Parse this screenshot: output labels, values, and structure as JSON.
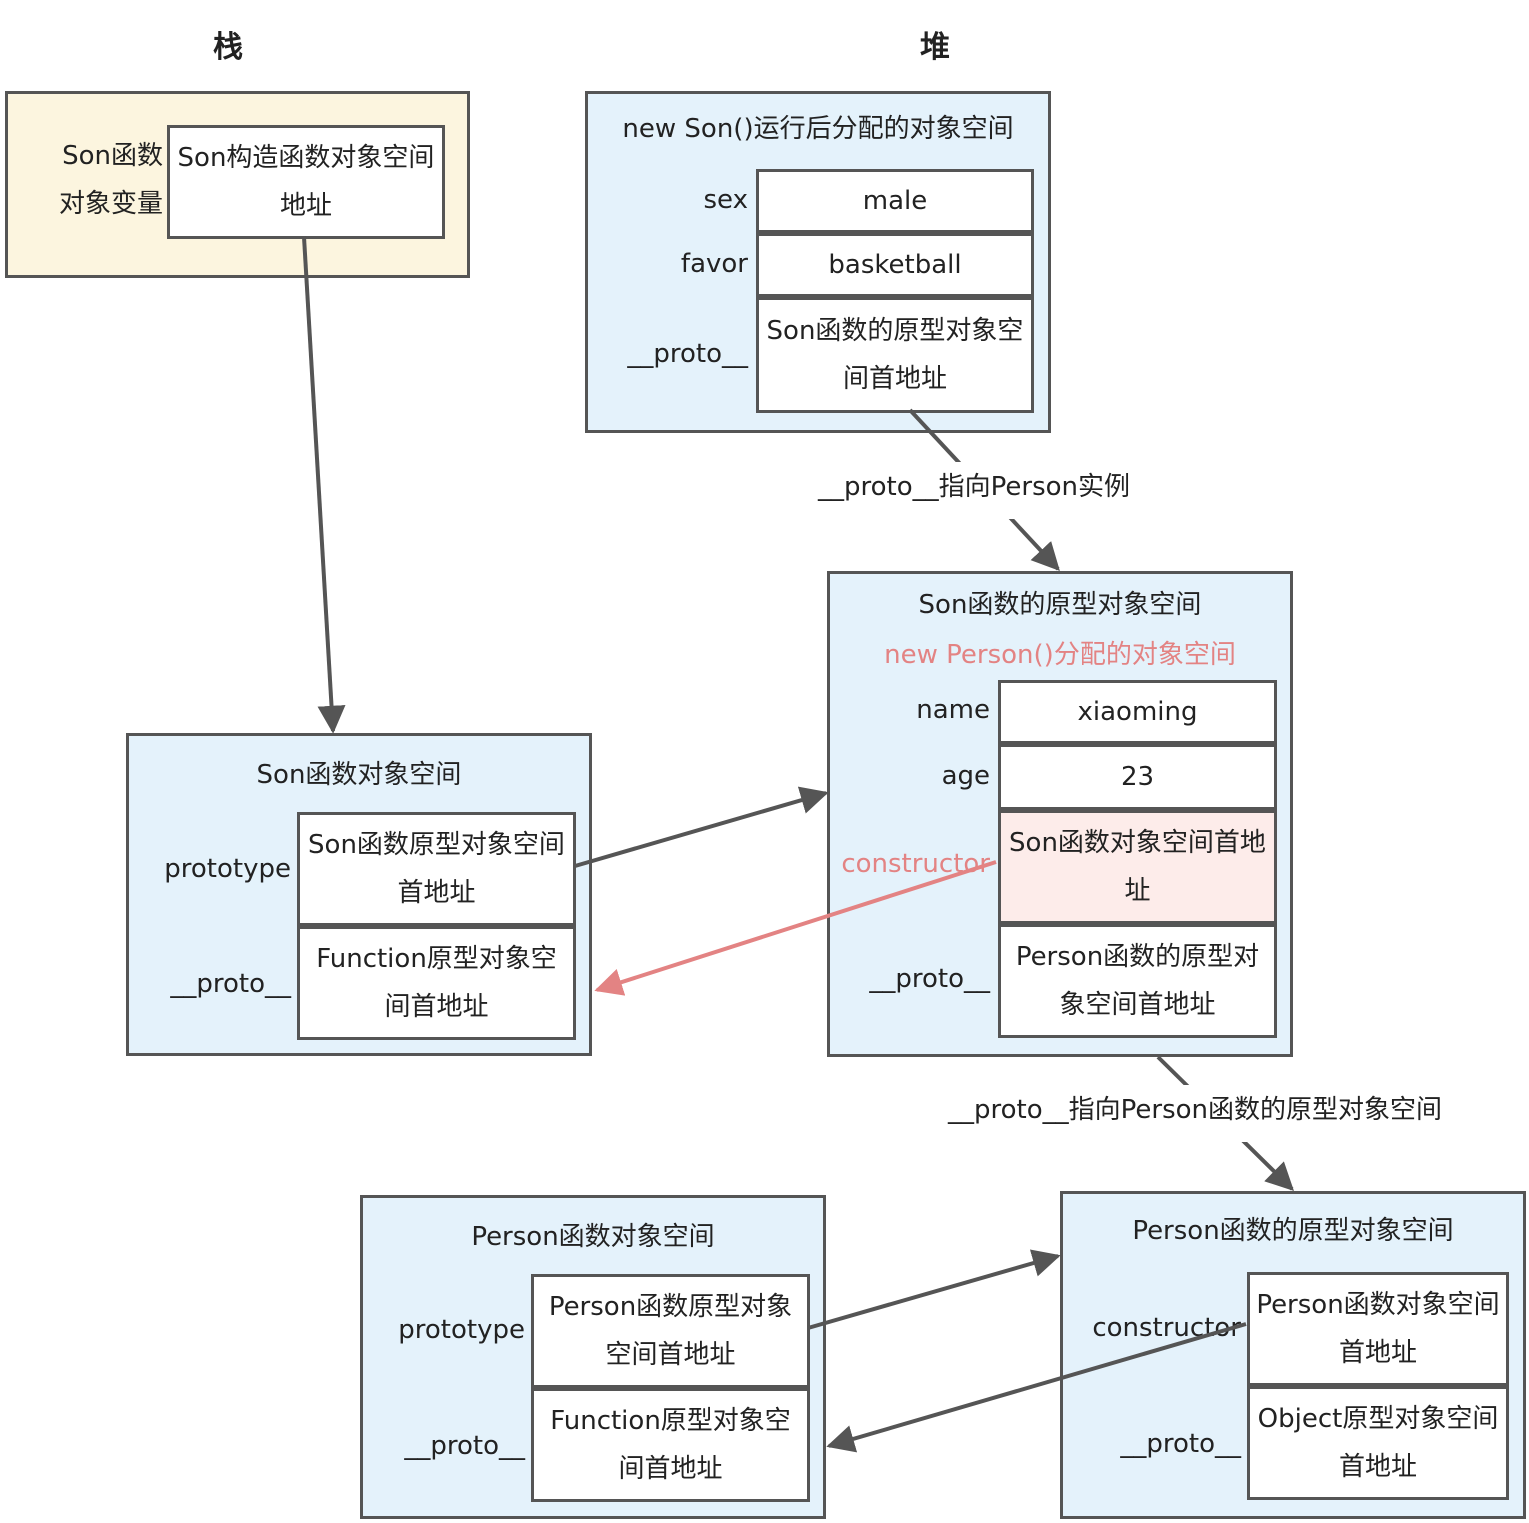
{
  "headings": {
    "stack": "栈",
    "heap": "堆"
  },
  "stack_panel": {
    "label": "Son函数对象变量",
    "cell": "Son构造函数对象空间地址"
  },
  "son_instance": {
    "title": "new Son()运行后分配的对象空间",
    "rows": [
      {
        "label": "sex",
        "value": "male"
      },
      {
        "label": "favor",
        "value": "basketball"
      },
      {
        "label": "__proto__",
        "value": "Son函数的原型对象空间首地址"
      }
    ]
  },
  "note_son_proto": "__proto__指向Person实例",
  "son_prototype_obj": {
    "title": "Son函数的原型对象空间",
    "subtitle": "new Person()分配的对象空间",
    "rows": [
      {
        "label": "name",
        "value": "xiaoming"
      },
      {
        "label": "age",
        "value": "23"
      },
      {
        "label": "constructor",
        "value": "Son函数对象空间首地址"
      },
      {
        "label": "__proto__",
        "value": "Person函数的原型对象空间首地址"
      }
    ]
  },
  "son_func_obj": {
    "title": "Son函数对象空间",
    "rows": [
      {
        "label": "prototype",
        "value": "Son函数原型对象空间首地址"
      },
      {
        "label": "__proto__",
        "value": "Function原型对象空间首地址"
      }
    ]
  },
  "note_person_proto": "__proto__指向Person函数的原型对象空间",
  "person_func_obj": {
    "title": "Person函数对象空间",
    "rows": [
      {
        "label": "prototype",
        "value": "Person函数原型对象空间首地址"
      },
      {
        "label": "__proto__",
        "value": "Function原型对象空间首地址"
      }
    ]
  },
  "person_prototype_obj": {
    "title": "Person函数的原型对象空间",
    "rows": [
      {
        "label": "constructor",
        "value": "Person函数对象空间首地址"
      },
      {
        "label": "__proto__",
        "value": "Object原型对象空间首地址"
      }
    ]
  },
  "colors": {
    "border": "#555555",
    "heap_fill": "#e4f2fb",
    "stack_fill": "#fcf5df",
    "accent": "#e38383",
    "highlight_fill": "#fdecea"
  }
}
